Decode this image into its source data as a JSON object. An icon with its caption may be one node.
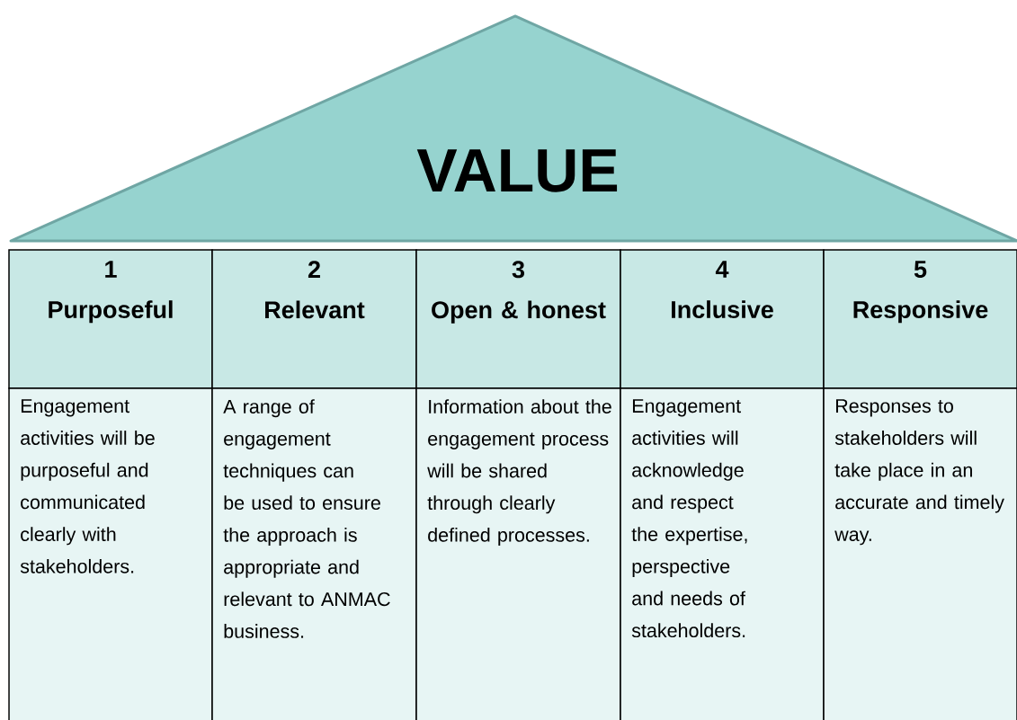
{
  "diagram": {
    "nodes": [
      {
        "text": [
          "VALUE"
        ]
      },
      {
        "text": [
          "1",
          "Purposeful"
        ]
      },
      {
        "text": [
          "2",
          "Relevant"
        ]
      },
      {
        "text": [
          "3",
          "Open & honest"
        ]
      },
      {
        "text": [
          "4",
          "Inclusive"
        ]
      },
      {
        "text": [
          "5",
          "Responsive"
        ]
      },
      {
        "text": [
          "Engagement activities will be purposeful and communicated clearly with stakeholders."
        ]
      },
      {
        "text": [
          "A range of engagement techniques can be used to ensure the approach is appropriate and relevant to ANMAC business."
        ]
      },
      {
        "text": [
          "Information about the engagement process will be shared through clearly defined processes."
        ]
      },
      {
        "text": [
          "Engagement activities will acknowledge and respect the expertise, perspective and needs of stakeholders."
        ]
      },
      {
        "text": [
          "Responses to stakeholders will take place in an accurate and timely way."
        ]
      }
    ]
  }
}
